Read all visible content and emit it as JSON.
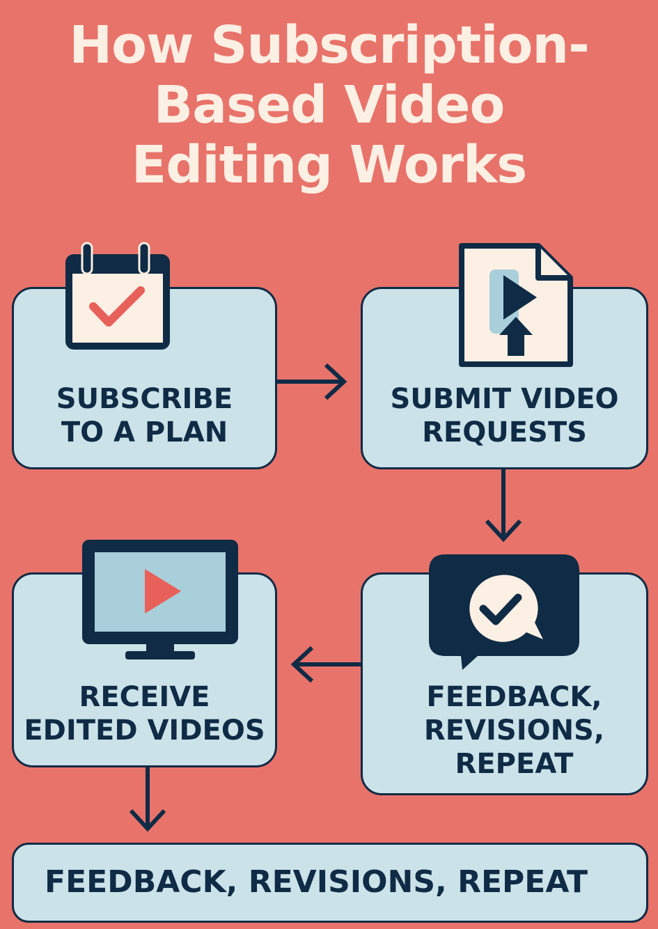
{
  "title": {
    "lines": [
      "How Subscription-",
      "Based Video",
      "Editing Works"
    ]
  },
  "steps": [
    {
      "id": "subscribe",
      "lines": [
        "SUBSCRIBE",
        "TO A PLAN"
      ],
      "icon": "calendar-check-icon"
    },
    {
      "id": "submit",
      "lines": [
        "SUBMIT VIDEO",
        "REQUESTS"
      ],
      "icon": "video-file-upload-icon"
    },
    {
      "id": "feedback",
      "lines": [
        "FEEDBACK,",
        "REVISIONS,",
        "REPEAT"
      ],
      "icon": "chat-check-icon"
    },
    {
      "id": "receive",
      "lines": [
        "RECEIVE",
        "EDITED VIDEOS"
      ],
      "icon": "monitor-play-icon"
    }
  ],
  "bottom": {
    "label": "FEEDBACK, REVISIONS, REPEAT"
  },
  "colors": {
    "background": "#E8736A",
    "box": "#CBE2E9",
    "navy": "#0F2B45",
    "cream": "#FCEFE3",
    "accent": "#E8605A",
    "screen": "#A9CFDA"
  }
}
